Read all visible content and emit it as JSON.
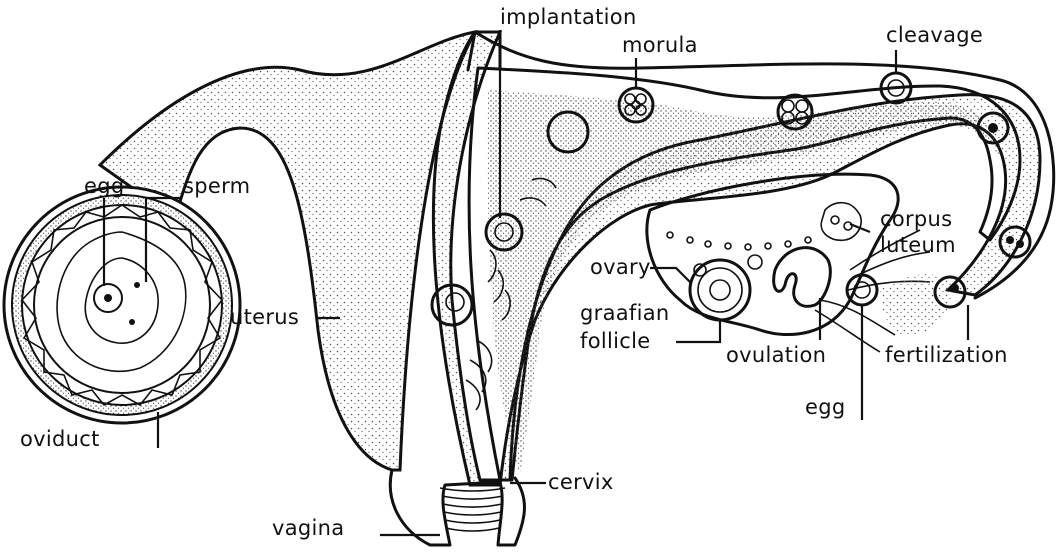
{
  "diagram": {
    "labels": {
      "implantation": "implantation",
      "morula": "morula",
      "cleavage": "cleavage",
      "egg_left": "egg",
      "sperm": "sperm",
      "corpus": "corpus",
      "luteum": "luteum",
      "uterus": "uterus",
      "ovary": "ovary",
      "graafian": "graafian",
      "follicle": "follicle",
      "ovulation": "ovulation",
      "fertilization": "fertilization",
      "egg_right": "egg",
      "oviduct": "oviduct",
      "cervix": "cervix",
      "vagina": "vagina"
    },
    "colors": {
      "ink": "#111111",
      "stipple": "#555555",
      "background": "#ffffff"
    }
  }
}
